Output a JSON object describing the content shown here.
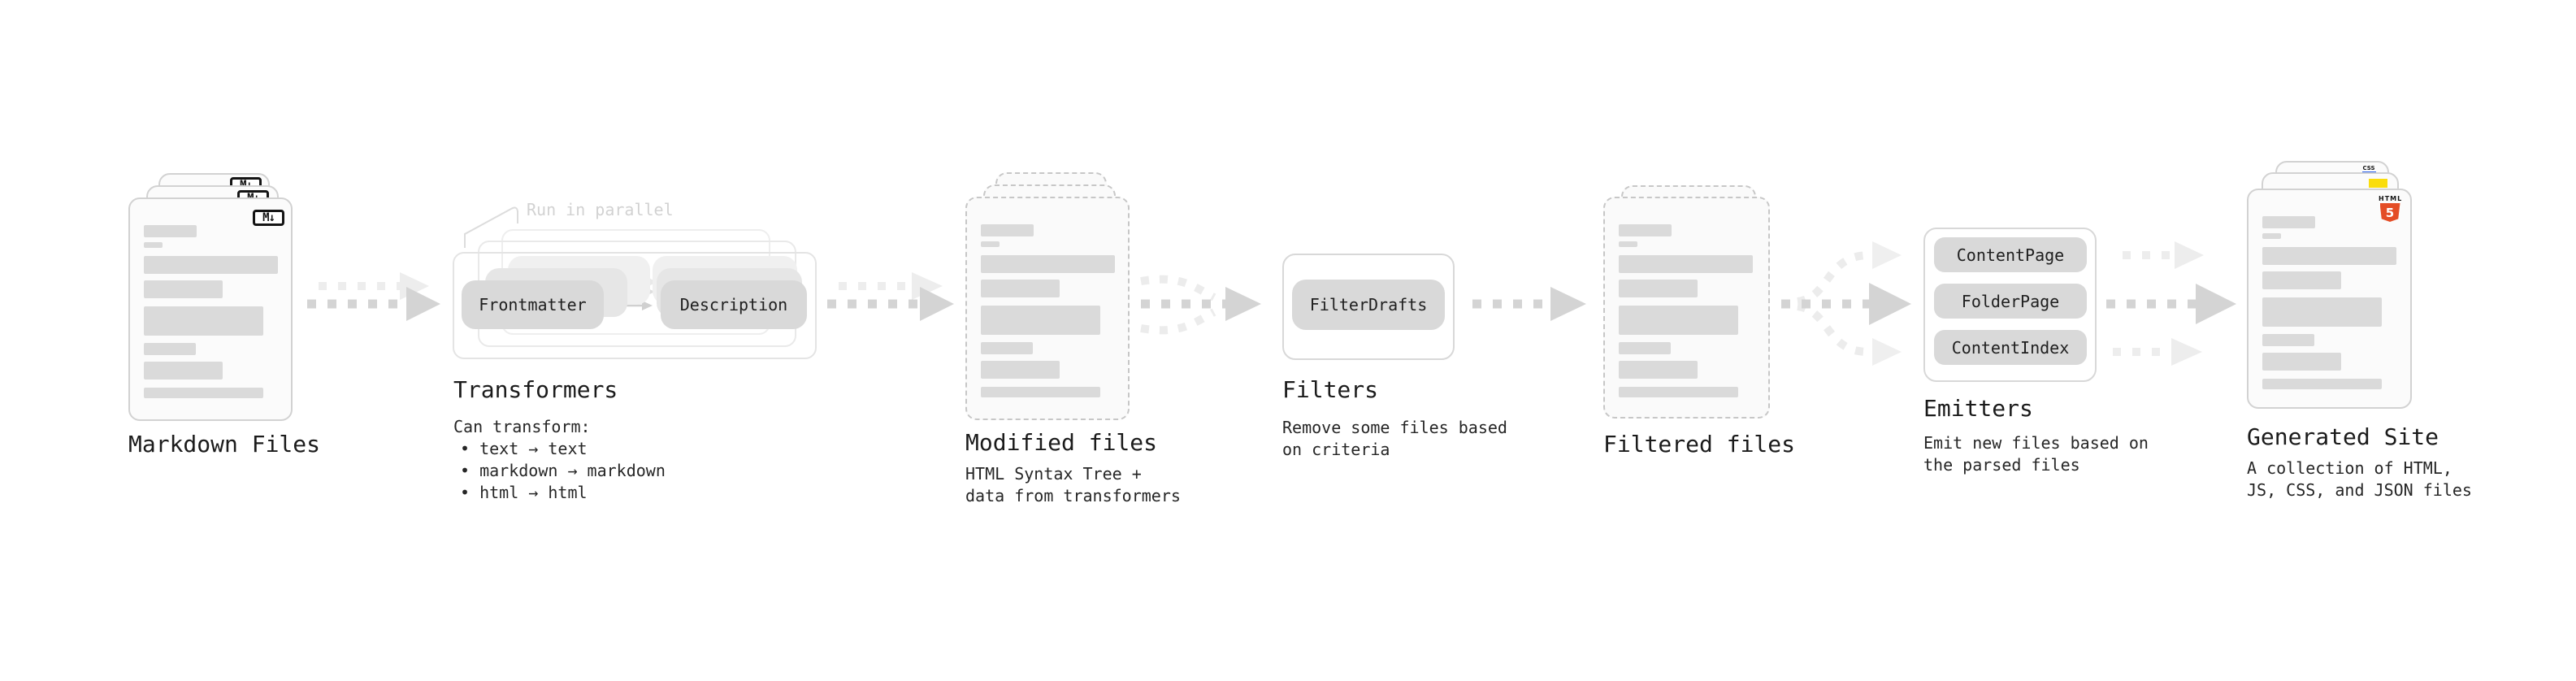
{
  "diagram": {
    "annotation_run_in_parallel": "Run in parallel",
    "stages": {
      "markdown": {
        "label": "Markdown Files",
        "badge": "M↓"
      },
      "transformers": {
        "label": "Transformers",
        "box_frontmatter": "Frontmatter",
        "box_description": "Description",
        "desc_title": "Can transform:",
        "bullets": [
          "• text → text",
          "• markdown → markdown",
          "• html → html"
        ]
      },
      "modified": {
        "label": "Modified files",
        "desc": "HTML Syntax Tree +\ndata from transformers"
      },
      "filters": {
        "label": "Filters",
        "box": "FilterDrafts",
        "desc": "Remove some files based\non criteria"
      },
      "filtered": {
        "label": "Filtered files"
      },
      "emitters": {
        "label": "Emitters",
        "boxes": [
          "ContentPage",
          "FolderPage",
          "ContentIndex"
        ],
        "desc": "Emit new files based on\nthe parsed files"
      },
      "generated": {
        "label": "Generated Site",
        "desc": "A collection of HTML,\nJS, CSS, and JSON files",
        "badge_html_word": "HTML",
        "badge_html_number": "5",
        "badge_css": "CSS"
      }
    },
    "colors": {
      "html5_orange": "#e44d26",
      "js_yellow": "#fadd0c",
      "css_blue": "#2b62f0",
      "box_gray": "#d9d9d9",
      "arrow_dark": "#d4d4d4",
      "arrow_light": "#ededed"
    }
  }
}
